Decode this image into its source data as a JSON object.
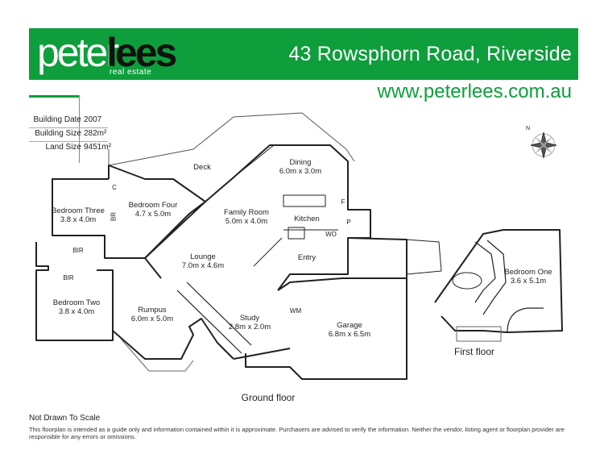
{
  "brand": {
    "name_part1": "peter",
    "name_part2": "lees",
    "tagline": "real estate",
    "color": "#0e9e3c"
  },
  "header": {
    "address": "43 Rowsphorn Road, Riverside",
    "website": "www.peterlees.com.au"
  },
  "property_info": [
    {
      "label": "Building Date",
      "value": "2007"
    },
    {
      "label": "Building Size",
      "value": "282m²"
    },
    {
      "label": "Land Size",
      "value": "9451m²"
    }
  ],
  "rooms": {
    "deck": "Deck",
    "dining": {
      "name": "Dining",
      "size": "6.0m x 3.0m"
    },
    "bedroom_three": {
      "name": "Bedroom Three",
      "size": "3.8 x 4.0m"
    },
    "bedroom_four": {
      "name": "Bedroom Four",
      "size": "4.7 x 5.0m"
    },
    "family_room": {
      "name": "Family Room",
      "size": "5.0m x 4.0m"
    },
    "kitchen": "Kitchen",
    "lounge": {
      "name": "Lounge",
      "size": "7.0m x 4.6m"
    },
    "entry": "Entry",
    "bedroom_two": {
      "name": "Bedroom Two",
      "size": "3.8 x 4.0m"
    },
    "rumpus": {
      "name": "Rumpus",
      "size": "6.0m x 5.0m"
    },
    "study": {
      "name": "Study",
      "size": "2.8m x 2.0m"
    },
    "garage": {
      "name": "Garage",
      "size": "6.8m x 6.5m"
    },
    "bedroom_one": {
      "name": "Bedroom One",
      "size": "3.6 x 5.1m"
    }
  },
  "small_labels": {
    "c": "C",
    "br": "BR",
    "bir1": "BIR",
    "bir2": "BIR",
    "f": "F",
    "p": "P",
    "wo": "WO",
    "wm": "WM"
  },
  "floors": {
    "ground": "Ground floor",
    "first": "First floor"
  },
  "compass_label": "N",
  "footer": {
    "title": "Not Drawn To Scale",
    "disclaimer": "This floorplan is intended as a guide only and information contained within it is approximate. Purchasers are advised to verify the information. Neither the vendor, listing agent or floorplan provider are responsible for any errors or omissions."
  }
}
